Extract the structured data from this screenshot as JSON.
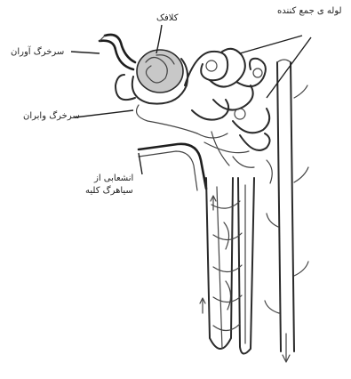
{
  "labels": {
    "glomerulus": "کلافک",
    "collecting_duct": "لوله ی جمع کننده",
    "afferent_arteriole": "سرخرگ آوران",
    "efferent_arteriole": "سرخرگ وابران",
    "peritubular_capillaries_line1": "انشعابی از",
    "peritubular_capillaries_line2": "سیاهرگ کلیه"
  },
  "colors": {
    "ink": "#2a2a2a",
    "glomerulus_fill": "#9a9a9a",
    "background": "#ffffff"
  }
}
